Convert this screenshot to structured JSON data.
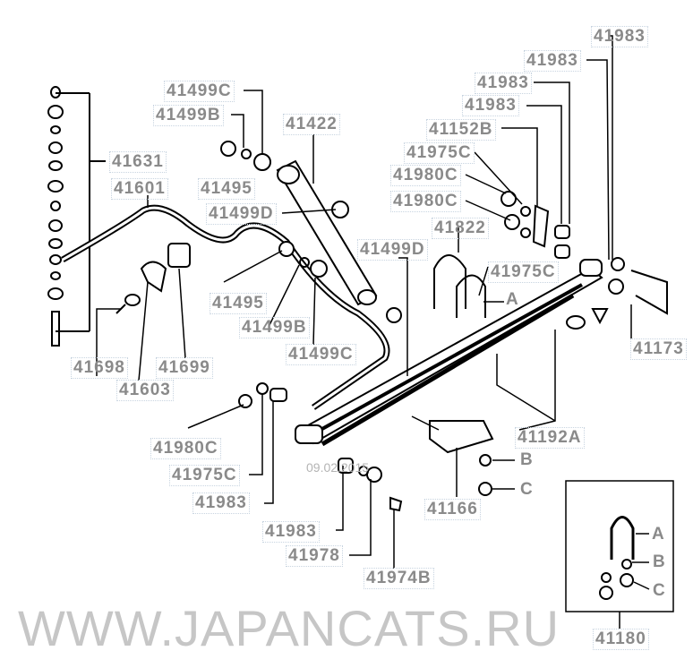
{
  "labels": {
    "p41983_1": "41983",
    "p41983_2": "41983",
    "p41983_3": "41983",
    "p41983_4": "41983",
    "p41499C_1": "41499C",
    "p41499B_1": "41499B",
    "p41422": "41422",
    "p41152B": "41152B",
    "p41975C_1": "41975C",
    "p41980C_1": "41980C",
    "p41631": "41631",
    "p41601": "41601",
    "p41495_1": "41495",
    "p41499D_1": "41499D",
    "p41980C_2": "41980C",
    "p41822": "41822",
    "p41499D_2": "41499D",
    "p41975C_2": "41975C",
    "A_1": "A",
    "p41495_2": "41495",
    "p41499B_2": "41499B",
    "p41499C_2": "41499C",
    "p41173": "41173",
    "p41698": "41698",
    "p41699": "41699",
    "p41603": "41603",
    "p41192A": "41192A",
    "p41980C_3": "41980C",
    "p41975C_3": "41975C",
    "p41983_5": "41983",
    "p41166": "41166",
    "B_1": "B",
    "C_1": "C",
    "p41983_6": "41983",
    "p41978": "41978",
    "p41974B": "41974B",
    "A_2": "A",
    "B_2": "B",
    "C_2": "C",
    "p41180": "41180"
  },
  "watermark": "WWW.JAPANCATS.RU",
  "date": "09.02.2015"
}
